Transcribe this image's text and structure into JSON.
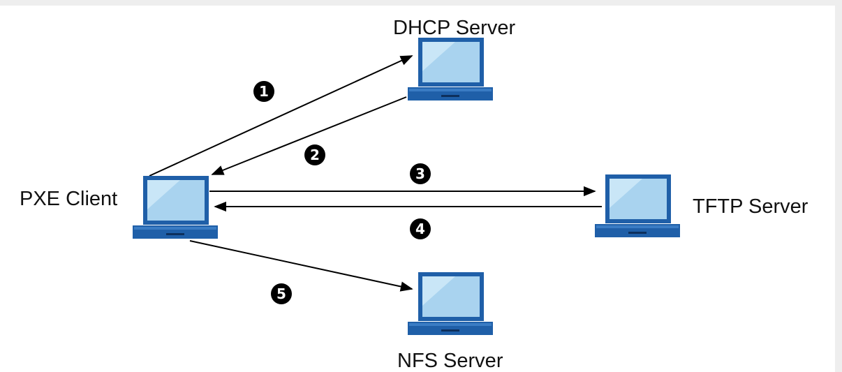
{
  "labels": {
    "pxe_client": "PXE Client",
    "dhcp_server": "DHCP Server",
    "tftp_server": "TFTP Server",
    "nfs_server": "NFS Server"
  },
  "steps": [
    "1",
    "2",
    "3",
    "4",
    "5"
  ],
  "colors": {
    "laptop_frame": "#1f5fa8",
    "laptop_screen": "#a9d3ef",
    "laptop_base": "#1f5fa8",
    "arrow": "#000000",
    "badge": "#000000"
  },
  "icons": {
    "computer": "laptop-icon"
  }
}
